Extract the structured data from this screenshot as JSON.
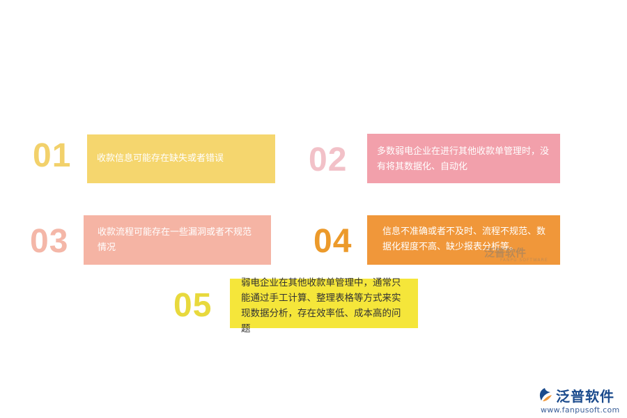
{
  "items": [
    {
      "number": "01",
      "text": "收款信息可能存在缺失或者错误",
      "color": "#f5d66e"
    },
    {
      "number": "02",
      "text": "多数弱电企业在进行其他收款单管理时，没有将其数据化、自动化",
      "color": "#f2a0ab"
    },
    {
      "number": "03",
      "text": "收款流程可能存在一些漏洞或者不规范情况",
      "color": "#f5b4a4"
    },
    {
      "number": "04",
      "text": "信息不准确或者不及时、流程不规范、数据化程度不高、缺少报表分析等。",
      "color": "#f0973a"
    },
    {
      "number": "05",
      "text": "弱电企业在其他收款单管理中，通常只能通过手工计算、整理表格等方式来实现数据分析，存在效率低、成本高的问题",
      "color": "#f5e63a"
    }
  ],
  "watermark": {
    "text": "泛普软件",
    "sub": "FANPU SOFTWARE"
  },
  "logo": {
    "name": "泛普软件",
    "url": "www.fanpusoft.com",
    "color": "#1a4a8c"
  }
}
